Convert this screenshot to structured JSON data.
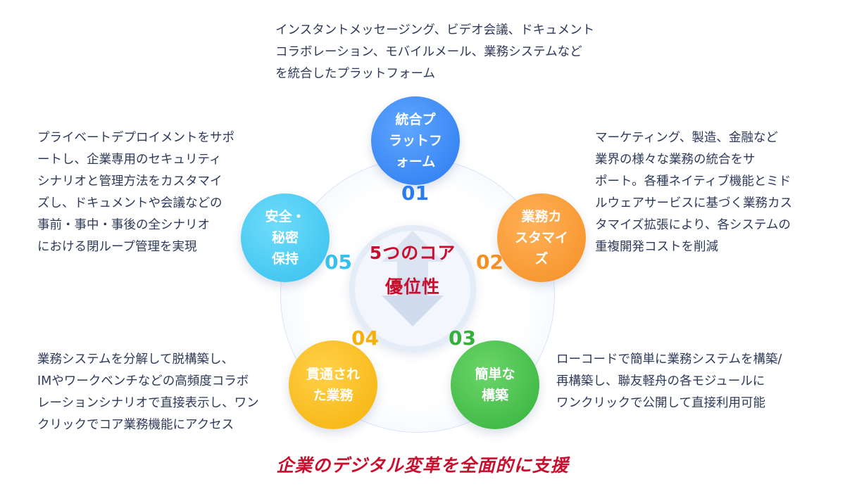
{
  "center": {
    "title_line1": "5つのコア",
    "title_line2": "優位性"
  },
  "nodes": [
    {
      "number": "01",
      "label_lines": [
        "統合プ",
        "ラットフ",
        "ォーム"
      ],
      "color": "#2b7bf0",
      "description_lines": [
        "インスタントメッセージング、ビデオ会議、ドキュメント",
        "コラボレーション、モバイルメール、業務システムなど",
        "を統合したプラットフォーム"
      ]
    },
    {
      "number": "02",
      "label_lines": [
        "業務カ",
        "スタマイ",
        "ズ"
      ],
      "color": "#f58f23",
      "description_lines": [
        "マーケティング、製造、金融など",
        "業界の様々な業務の統合をサ",
        "ポート。各種ネイティブ機能とミド",
        "ルウェアサービスに基づく業務カス",
        "タマイズ拡張により、各システムの",
        "重複開発コストを削減"
      ]
    },
    {
      "number": "03",
      "label_lines": [
        "簡単な",
        "構築"
      ],
      "color": "#35b13b",
      "description_lines": [
        "ローコードで簡単に業務システムを構築/",
        "再構築し、聯友軽舟の各モジュールに",
        "ワンクリックで公開して直接利用可能"
      ]
    },
    {
      "number": "04",
      "label_lines": [
        "貫通され",
        "た業務"
      ],
      "color": "#f5b10a",
      "description_lines": [
        "業務システムを分解して脱構築し、",
        "IMやワークベンチなどの高頻度コラボ",
        "レーションシナリオで直接表示し、ワン",
        "クリックでコア業務機能にアクセス"
      ]
    },
    {
      "number": "05",
      "label_lines": [
        "安全・",
        "秘密",
        "保持"
      ],
      "color": "#35c0ee",
      "description_lines": [
        "プライベートデプロイメントをサポ",
        "ートし、企業専用のセキュリティ",
        "シナリオと管理方法をカスタマイ",
        "ズし、ドキュメントや会議などの",
        "事前・事中・事後の全シナリオ",
        "における閉ループ管理を実現"
      ]
    }
  ],
  "footer": "企業のデジタル変革を全面的に支援",
  "accent_color": "#c8102e"
}
